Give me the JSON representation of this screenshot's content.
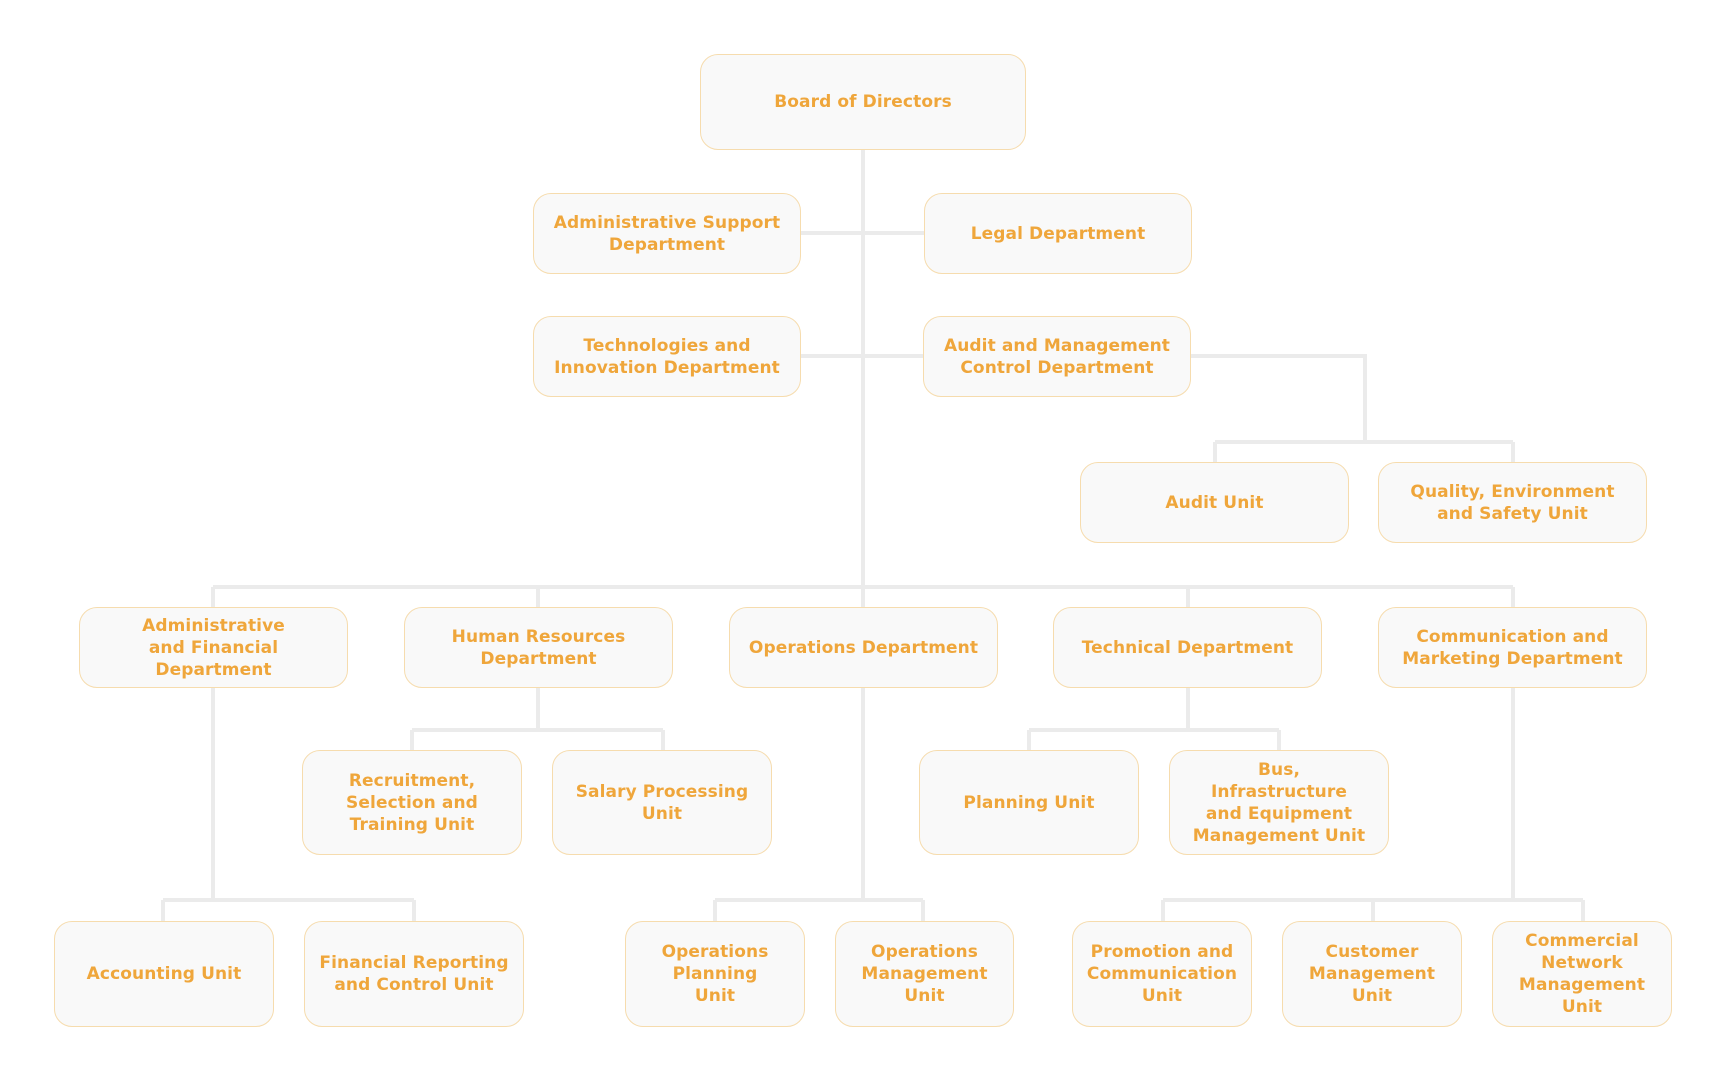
{
  "colors": {
    "node_text": "#efa63b",
    "node_border": "#f6dcae",
    "node_fill": "#f9f9f9",
    "connector": "#ebebeb",
    "background": "#ffffff"
  },
  "org_chart": {
    "board": "Board of Directors",
    "staff_departments": {
      "administrative_support": "Administrative Support\nDepartment",
      "legal": "Legal Department",
      "technologies_innovation": "Technologies and\nInnovation Department",
      "audit_management_control": "Audit and Management\nControl Department"
    },
    "audit_units": {
      "audit": "Audit Unit",
      "quality_environment_safety": "Quality, Environment\nand Safety Unit"
    },
    "departments": {
      "administrative_financial": "Administrative\nand Financial\nDepartment",
      "human_resources": "Human Resources\nDepartment",
      "operations": "Operations Department",
      "technical": "Technical Department",
      "communication_marketing": "Communication and\nMarketing Department"
    },
    "hr_units": {
      "recruitment": "Recruitment,\nSelection and\nTraining Unit",
      "salary": "Salary Processing\nUnit"
    },
    "technical_units": {
      "planning": "Planning Unit",
      "bus_infrastructure": "Bus,\nInfrastructure\nand Equipment\nManagement Unit"
    },
    "finance_units": {
      "accounting": "Accounting Unit",
      "financial_reporting": "Financial Reporting\nand Control Unit"
    },
    "operations_units": {
      "planning": "Operations\nPlanning\nUnit",
      "management": "Operations\nManagement\nUnit"
    },
    "marketing_units": {
      "promotion": "Promotion and\nCommunication\nUnit",
      "customer": "Customer\nManagement\nUnit",
      "commercial_network": "Commercial\nNetwork\nManagement\nUnit"
    }
  }
}
